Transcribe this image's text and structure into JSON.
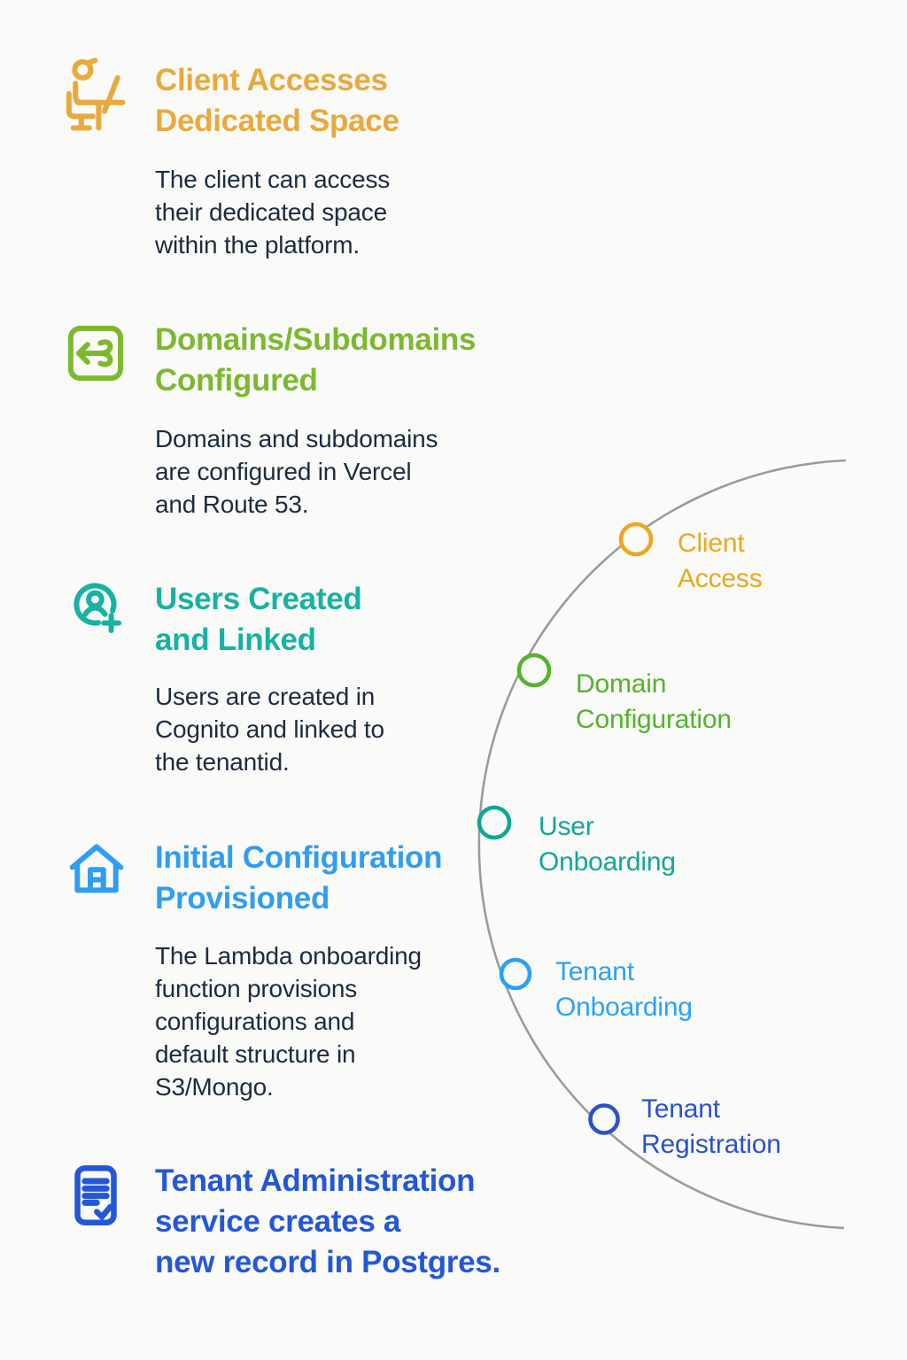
{
  "background": "#FAFAF9",
  "body_text_color": "#1C2C3E",
  "arc_color": "#9B9B9B",
  "sections": [
    {
      "icon": "person-at-desk-icon",
      "color": "#E9A93C",
      "title": "Client Accesses\nDedicated Space",
      "body": "The client can access\ntheir dedicated space\nwithin the platform."
    },
    {
      "icon": "domain-routing-icon",
      "color": "#7CB92F",
      "title": "Domains/Subdomains\nConfigured",
      "body": "Domains and subdomains\nare configured in Vercel\nand Route 53."
    },
    {
      "icon": "add-user-icon",
      "color": "#16B2A2",
      "title": "Users Created\nand Linked",
      "body": "Users are created in\nCognito and linked to\nthe tenantid."
    },
    {
      "icon": "home-icon",
      "color": "#2F9DF3",
      "title": "Initial Configuration\nProvisioned",
      "body": "The Lambda onboarding\nfunction provisions\nconfigurations and\ndefault structure in\nS3/Mongo."
    },
    {
      "icon": "document-check-icon",
      "color": "#2457D8",
      "title": "Tenant Administration\nservice creates a\nnew record in Postgres.",
      "body": ""
    }
  ],
  "process_circle": {
    "nodes": [
      {
        "label": "Client\nAccess",
        "color": "#EBA71F"
      },
      {
        "label": "Domain\nConfiguration",
        "color": "#55B22A"
      },
      {
        "label": "User\nOnboarding",
        "color": "#0FA795"
      },
      {
        "label": "Tenant\nOnboarding",
        "color": "#29A2F7"
      },
      {
        "label": "Tenant\nRegistration",
        "color": "#2B51CC"
      }
    ]
  }
}
